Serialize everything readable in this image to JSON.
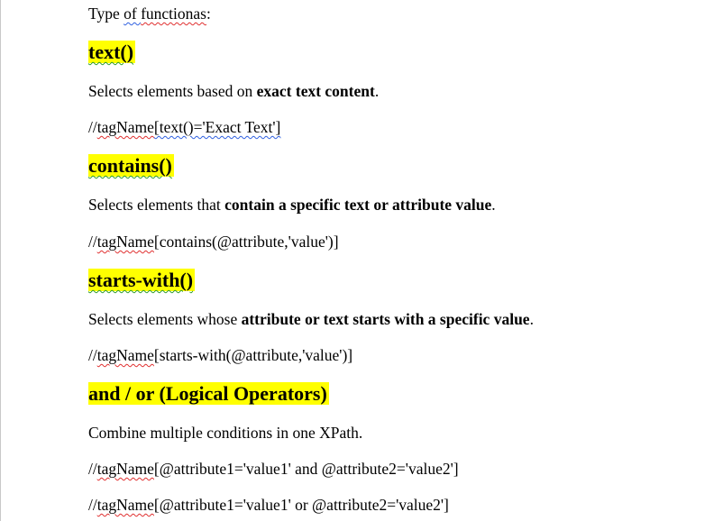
{
  "intro": {
    "prefix": "Type ",
    "of": "of ",
    "word": "functionas",
    "colon": ":"
  },
  "sections": [
    {
      "heading": "text()",
      "desc_prefix": "Selects elements based on ",
      "desc_bold": "exact text content",
      "desc_suffix": ".",
      "code": [
        {
          "slashes": "//",
          "tag": "tagName",
          "rest": "[text()='Exact Text']"
        }
      ]
    },
    {
      "heading": "contains()",
      "desc_prefix": "Selects elements that ",
      "desc_bold": "contain a specific text or attribute value",
      "desc_suffix": ".",
      "code": [
        {
          "slashes": "//",
          "tag": "tagName",
          "rest": "[contains(@attribute,'value')]"
        }
      ]
    },
    {
      "heading": "starts-with()",
      "desc_prefix": "Selects elements whose ",
      "desc_bold": "attribute or text starts with a specific value",
      "desc_suffix": ".",
      "code": [
        {
          "slashes": "//",
          "tag": "tagName",
          "rest": "[starts-with(@attribute,'value')]"
        }
      ]
    },
    {
      "heading": "and / or (Logical Operators)",
      "desc_prefix": "Combine multiple conditions in one XPath.",
      "desc_bold": "",
      "desc_suffix": "",
      "code": [
        {
          "slashes": "//",
          "tag": "tagName",
          "rest": "[@attribute1='value1' and @attribute2='value2']"
        },
        {
          "slashes": "//",
          "tag": "tagName",
          "rest": "[@attribute1='value1' or @attribute2='value2']"
        }
      ]
    }
  ],
  "colors": {
    "highlight": "#ffff00",
    "spell_error": "#e03030",
    "grammar": "#3060e0",
    "style": "#2a9a2a"
  }
}
